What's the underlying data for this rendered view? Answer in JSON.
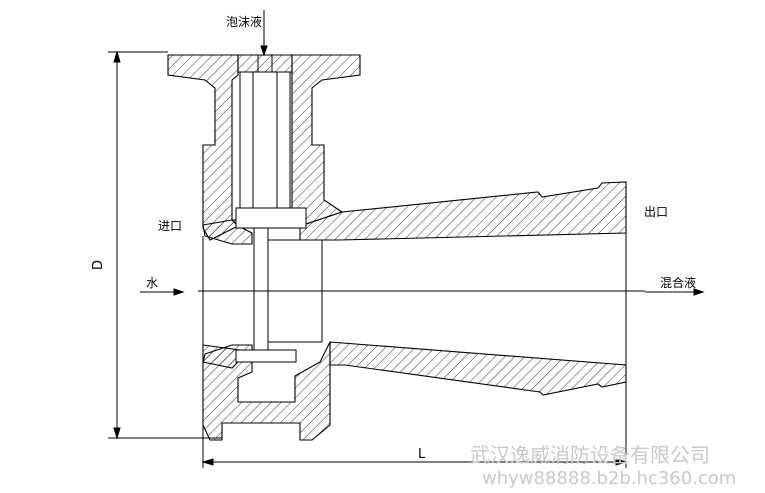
{
  "labels": {
    "foam_inlet": "泡沫液",
    "inlet": "进口",
    "outlet": "出口",
    "water": "水",
    "mixed_liquid": "混合液",
    "dim_height": "D",
    "dim_length": "L"
  },
  "watermark": {
    "company": "武汉逸威消防设备有限公司",
    "website": "whyw88888.b2b.hc360.com"
  },
  "colors": {
    "line": "#000000",
    "hatch": "#000000",
    "watermark": "#c9c9c9"
  }
}
